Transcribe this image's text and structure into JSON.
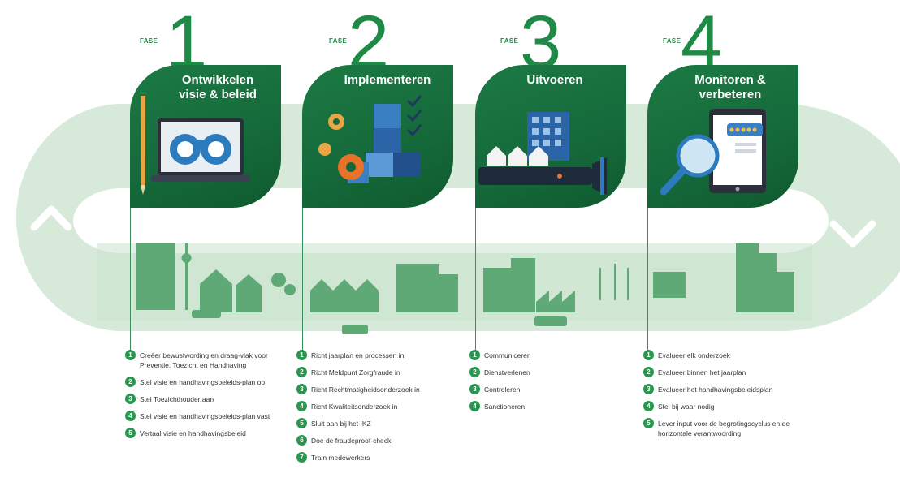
{
  "phases": [
    {
      "fase": "FASE",
      "number": "1",
      "title1": "Ontwikkelen",
      "title2": "visie & beleid",
      "steps": [
        {
          "n": "1",
          "text": "Creëer bewustwording en draag-vlak voor Preventie, Toezicht en Handhaving"
        },
        {
          "n": "2",
          "text": "Stel visie en handhavingsbeleids-plan op"
        },
        {
          "n": "3",
          "text": "Stel Toezichthouder aan"
        },
        {
          "n": "4",
          "text": "Stel visie en handhavingsbeleids-plan vast"
        },
        {
          "n": "5",
          "text": "Vertaal visie en handhavingsbeleid"
        }
      ]
    },
    {
      "fase": "FASE",
      "number": "2",
      "title1": "Implementeren",
      "title2": "",
      "steps": [
        {
          "n": "1",
          "text": "Richt jaarplan en processen in"
        },
        {
          "n": "2",
          "text": "Richt Meldpunt Zorgfraude in"
        },
        {
          "n": "3",
          "text": "Richt Rechtmatigheidsonderzoek in"
        },
        {
          "n": "4",
          "text": "Richt Kwaliteitsonderzoek in"
        },
        {
          "n": "5",
          "text": "Sluit aan bij het IKZ"
        },
        {
          "n": "6",
          "text": "Doe de fraudeproof-check"
        },
        {
          "n": "7",
          "text": "Train medewerkers"
        }
      ]
    },
    {
      "fase": "FASE",
      "number": "3",
      "title1": "Uitvoeren",
      "title2": "",
      "steps": [
        {
          "n": "1",
          "text": "Communiceren"
        },
        {
          "n": "2",
          "text": "Dienstverlenen"
        },
        {
          "n": "3",
          "text": "Controleren"
        },
        {
          "n": "4",
          "text": "Sanctioneren"
        }
      ]
    },
    {
      "fase": "FASE",
      "number": "4",
      "title1": "Monitoren &",
      "title2": "verbeteren",
      "steps": [
        {
          "n": "1",
          "text": "Evalueer elk onderzoek"
        },
        {
          "n": "2",
          "text": "Evalueer binnen het jaarplan"
        },
        {
          "n": "3",
          "text": "Evalueer het handhavingsbeleidsplan"
        },
        {
          "n": "4",
          "text": "Stel bij waar nodig"
        },
        {
          "n": "5",
          "text": "Lever input voor de begrotingscyclus en de horizontale verantwoording"
        }
      ]
    }
  ],
  "icons": {
    "loop": "cycle-loop-band",
    "left_arrow": "chevron-up-icon",
    "right_arrow": "chevron-down-icon",
    "phase1": "binoculars-laptop-icon",
    "phase2": "puzzle-gears-checklist-icon",
    "phase3": "flashlight-houses-icon",
    "phase4": "tablet-magnifier-icon"
  },
  "colors": {
    "dark_green": "#15693a",
    "mid_green": "#2a9650",
    "light_green": "#cfe6d4",
    "band": "#d7ead9"
  }
}
